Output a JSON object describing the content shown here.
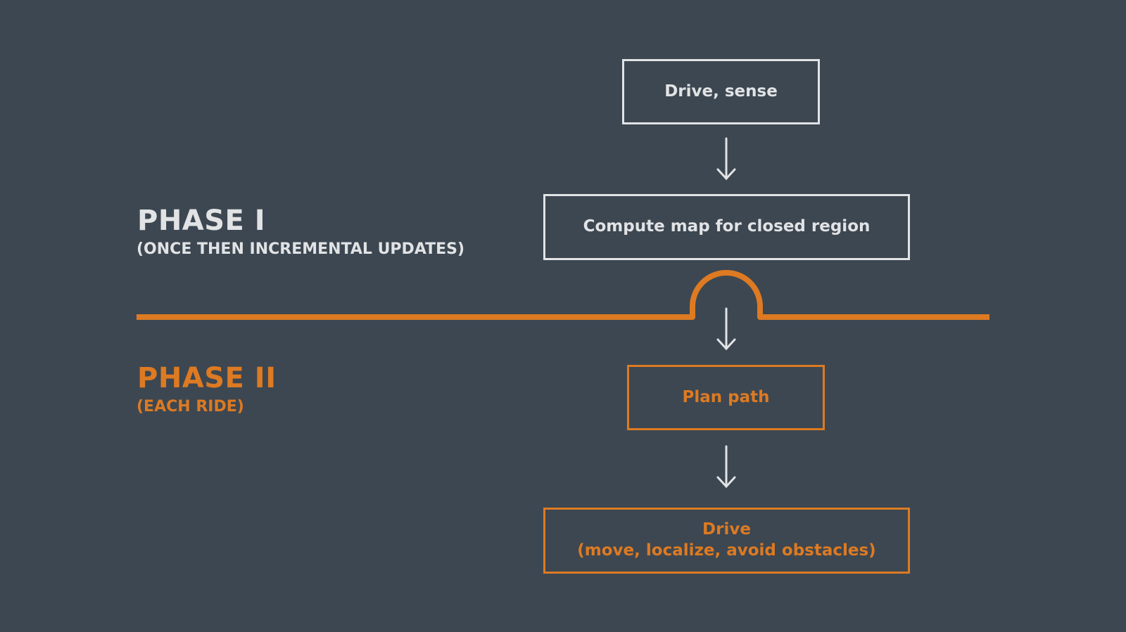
{
  "colors": {
    "background": "#3d4751",
    "primary": "#e1e3e5",
    "accent": "#dd7a22"
  },
  "phase1": {
    "title": "PHASE I",
    "subtitle": "(ONCE THEN INCREMENTAL UPDATES)"
  },
  "phase2": {
    "title": "PHASE II",
    "subtitle": "(EACH RIDE)"
  },
  "steps": {
    "drive_sense": "Drive, sense",
    "compute_map": "Compute map for closed region",
    "plan_path": "Plan path",
    "drive": {
      "line1": "Drive",
      "line2": "(move, localize, avoid obstacles)"
    }
  }
}
